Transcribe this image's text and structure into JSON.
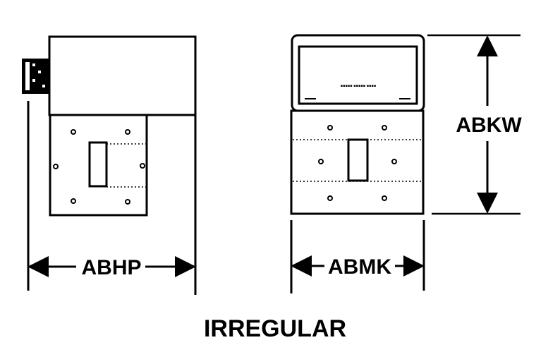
{
  "figure": {
    "dimension_labels": {
      "left_width": "ABHP",
      "right_width": "ABMK",
      "right_height": "ABKW"
    },
    "caption": "IRREGULAR"
  }
}
